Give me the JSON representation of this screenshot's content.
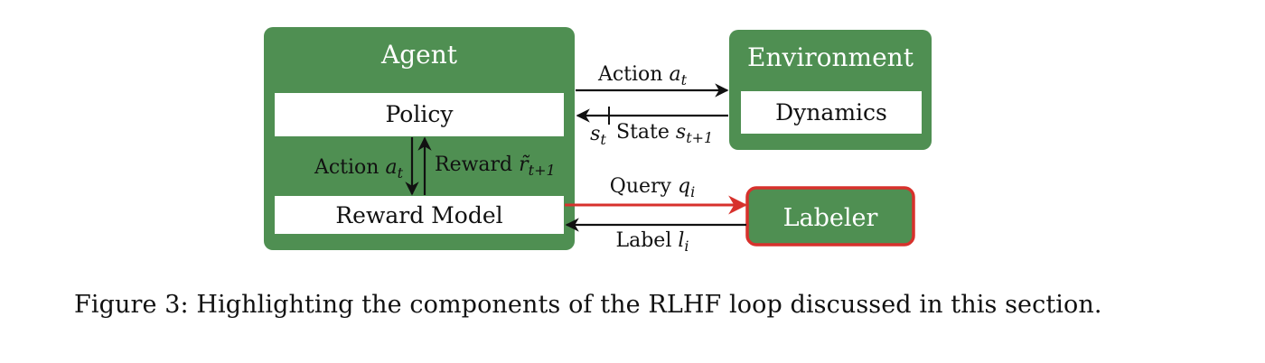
{
  "colors": {
    "box_green": "#4f8f52",
    "inner_white": "#ffffff",
    "labeler_border": "#d7312c",
    "query_arrow": "#d7312c",
    "arrow": "#111111"
  },
  "boxes": {
    "agent": {
      "title": "Agent"
    },
    "policy": {
      "label": "Policy"
    },
    "reward_model": {
      "label": "Reward Model"
    },
    "environment": {
      "title": "Environment"
    },
    "dynamics": {
      "label": "Dynamics"
    },
    "labeler": {
      "label": "Labeler"
    }
  },
  "edges": {
    "action_env": {
      "text": "Action ",
      "math": "a",
      "sub": "t"
    },
    "state": {
      "text": "State ",
      "math": "s",
      "sub": "t+1"
    },
    "state_prev": {
      "math": "s",
      "sub": "t"
    },
    "action_rm": {
      "text": "Action ",
      "math": "a",
      "sub": "t"
    },
    "reward": {
      "text": "Reward ",
      "math": "r̃",
      "sub": "t+1"
    },
    "query": {
      "text": "Query ",
      "math": "q",
      "sub": "i"
    },
    "label": {
      "text": "Label ",
      "math": "l",
      "sub": "i"
    }
  },
  "caption": "Figure 3: Highlighting the components of the RLHF loop discussed in this section."
}
